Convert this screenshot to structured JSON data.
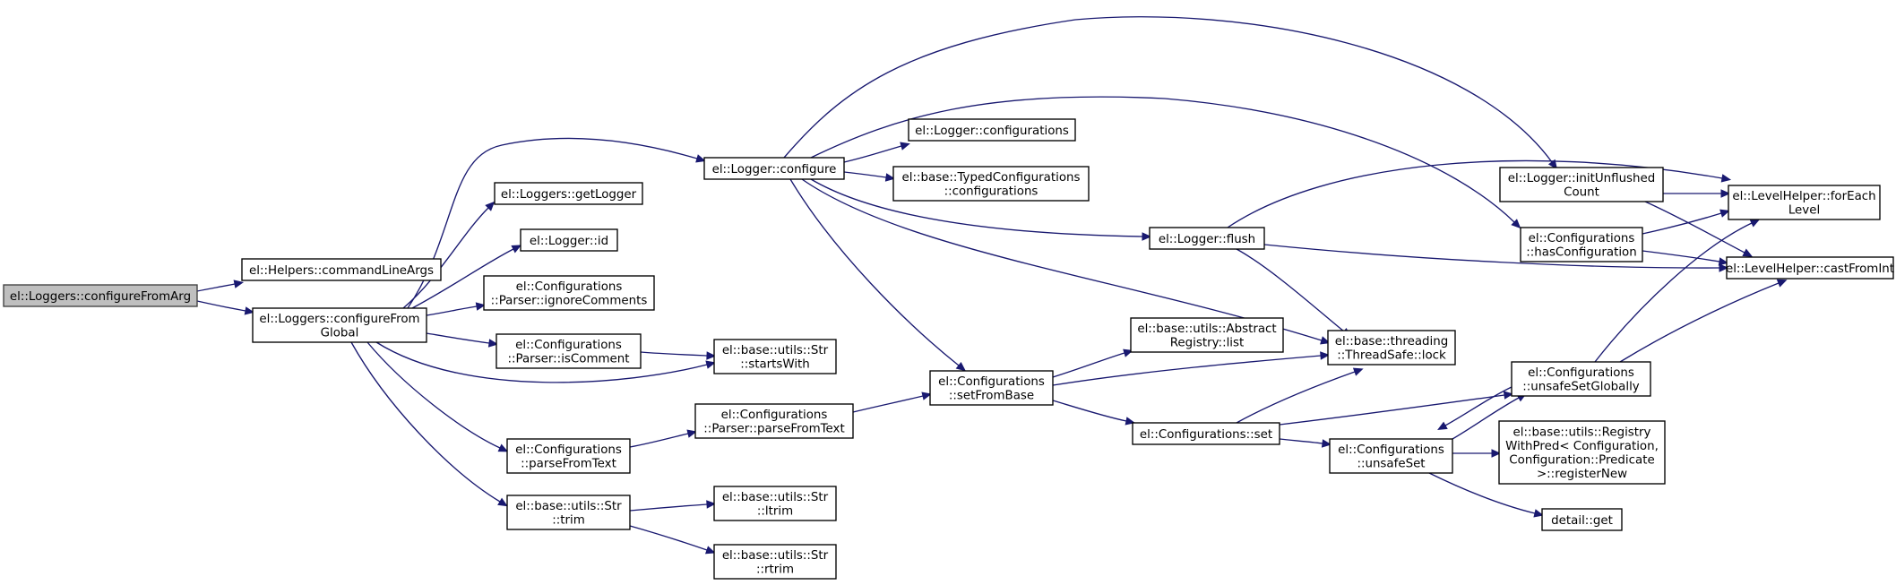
{
  "graph": {
    "nodes": [
      {
        "id": "n_root",
        "name": "node-loggers-configure-from-arg",
        "lines": [
          "el::Loggers::configureFromArg"
        ],
        "root": true
      },
      {
        "id": "n_cmdline",
        "name": "node-helpers-command-line-args",
        "lines": [
          "el::Helpers::commandLineArgs"
        ]
      },
      {
        "id": "n_cfg_global",
        "name": "node-loggers-configure-from-global",
        "lines": [
          "el::Loggers::configureFrom",
          "Global"
        ]
      },
      {
        "id": "n_get_logger",
        "name": "node-loggers-get-logger",
        "lines": [
          "el::Loggers::getLogger"
        ]
      },
      {
        "id": "n_logger_id",
        "name": "node-logger-id",
        "lines": [
          "el::Logger::id"
        ]
      },
      {
        "id": "n_ignore_comments",
        "name": "node-parser-ignore-comments",
        "lines": [
          "el::Configurations",
          "::Parser::ignoreComments"
        ]
      },
      {
        "id": "n_is_comment",
        "name": "node-parser-is-comment",
        "lines": [
          "el::Configurations",
          "::Parser::isComment"
        ]
      },
      {
        "id": "n_parse_from_text",
        "name": "node-configurations-parse-from-text",
        "lines": [
          "el::Configurations",
          "::parseFromText"
        ]
      },
      {
        "id": "n_trim",
        "name": "node-utils-str-trim",
        "lines": [
          "el::base::utils::Str",
          "::trim"
        ]
      },
      {
        "id": "n_logger_configure",
        "name": "node-logger-configure",
        "lines": [
          "el::Logger::configure"
        ]
      },
      {
        "id": "n_starts_with",
        "name": "node-utils-str-starts-with",
        "lines": [
          "el::base::utils::Str",
          "::startsWith"
        ]
      },
      {
        "id": "n_parser_parse",
        "name": "node-parser-parse-from-text",
        "lines": [
          "el::Configurations",
          "::Parser::parseFromText"
        ]
      },
      {
        "id": "n_ltrim",
        "name": "node-utils-str-ltrim",
        "lines": [
          "el::base::utils::Str",
          "::ltrim"
        ]
      },
      {
        "id": "n_rtrim",
        "name": "node-utils-str-rtrim",
        "lines": [
          "el::base::utils::Str",
          "::rtrim"
        ]
      },
      {
        "id": "n_logger_configs",
        "name": "node-logger-configurations",
        "lines": [
          "el::Logger::configurations"
        ]
      },
      {
        "id": "n_typed_configs",
        "name": "node-typed-configurations-configurations",
        "lines": [
          "el::base::TypedConfigurations",
          "::configurations"
        ]
      },
      {
        "id": "n_set_from_base",
        "name": "node-configurations-set-from-base",
        "lines": [
          "el::Configurations",
          "::setFromBase"
        ]
      },
      {
        "id": "n_registry_list",
        "name": "node-abstract-registry-list",
        "lines": [
          "el::base::utils::Abstract",
          "Registry::list"
        ]
      },
      {
        "id": "n_flush",
        "name": "node-logger-flush",
        "lines": [
          "el::Logger::flush"
        ]
      },
      {
        "id": "n_cfg_set",
        "name": "node-configurations-set",
        "lines": [
          "el::Configurations::set"
        ]
      },
      {
        "id": "n_lock",
        "name": "node-threadsafe-lock",
        "lines": [
          "el::base::threading",
          "::ThreadSafe::lock"
        ]
      },
      {
        "id": "n_init_unflushed",
        "name": "node-logger-init-unflushed-count",
        "lines": [
          "el::Logger::initUnflushed",
          "Count"
        ]
      },
      {
        "id": "n_has_config",
        "name": "node-configurations-has-configuration",
        "lines": [
          "el::Configurations",
          "::hasConfiguration"
        ]
      },
      {
        "id": "n_unsafe_set_globally",
        "name": "node-configurations-unsafe-set-globally",
        "lines": [
          "el::Configurations",
          "::unsafeSetGlobally"
        ]
      },
      {
        "id": "n_unsafe_set",
        "name": "node-configurations-unsafe-set",
        "lines": [
          "el::Configurations",
          "::unsafeSet"
        ]
      },
      {
        "id": "n_register_new",
        "name": "node-registry-register-new",
        "lines": [
          "el::base::utils::Registry",
          "WithPred< Configuration,",
          "Configuration::Predicate",
          ">::registerNew"
        ]
      },
      {
        "id": "n_detail_get",
        "name": "node-detail-get",
        "lines": [
          "detail::get"
        ]
      },
      {
        "id": "n_for_each_level",
        "name": "node-levelhelper-for-each-level",
        "lines": [
          "el::LevelHelper::forEach",
          "Level"
        ]
      },
      {
        "id": "n_cast_from_int",
        "name": "node-levelhelper-cast-from-int",
        "lines": [
          "el::LevelHelper::castFromInt"
        ]
      }
    ],
    "edges": [
      [
        "n_root",
        "n_cmdline"
      ],
      [
        "n_root",
        "n_cfg_global"
      ],
      [
        "n_cfg_global",
        "n_logger_configure"
      ],
      [
        "n_cfg_global",
        "n_get_logger"
      ],
      [
        "n_cfg_global",
        "n_logger_id"
      ],
      [
        "n_cfg_global",
        "n_ignore_comments"
      ],
      [
        "n_cfg_global",
        "n_is_comment"
      ],
      [
        "n_cfg_global",
        "n_starts_with"
      ],
      [
        "n_cfg_global",
        "n_parse_from_text"
      ],
      [
        "n_cfg_global",
        "n_trim"
      ],
      [
        "n_is_comment",
        "n_starts_with"
      ],
      [
        "n_parse_from_text",
        "n_parser_parse"
      ],
      [
        "n_parser_parse",
        "n_set_from_base"
      ],
      [
        "n_trim",
        "n_ltrim"
      ],
      [
        "n_trim",
        "n_rtrim"
      ],
      [
        "n_logger_configure",
        "n_logger_configs"
      ],
      [
        "n_logger_configure",
        "n_typed_configs"
      ],
      [
        "n_logger_configure",
        "n_set_from_base"
      ],
      [
        "n_logger_configure",
        "n_flush"
      ],
      [
        "n_logger_configure",
        "n_lock"
      ],
      [
        "n_logger_configure",
        "n_init_unflushed"
      ],
      [
        "n_logger_configure",
        "n_has_config"
      ],
      [
        "n_set_from_base",
        "n_registry_list"
      ],
      [
        "n_set_from_base",
        "n_lock"
      ],
      [
        "n_set_from_base",
        "n_cfg_set"
      ],
      [
        "n_flush",
        "n_lock"
      ],
      [
        "n_flush",
        "n_for_each_level"
      ],
      [
        "n_flush",
        "n_cast_from_int"
      ],
      [
        "n_cfg_set",
        "n_lock"
      ],
      [
        "n_cfg_set",
        "n_unsafe_set_globally"
      ],
      [
        "n_cfg_set",
        "n_unsafe_set"
      ],
      [
        "n_init_unflushed",
        "n_for_each_level"
      ],
      [
        "n_init_unflushed",
        "n_cast_from_int"
      ],
      [
        "n_has_config",
        "n_for_each_level"
      ],
      [
        "n_has_config",
        "n_cast_from_int"
      ],
      [
        "n_unsafe_set_globally",
        "n_for_each_level"
      ],
      [
        "n_unsafe_set_globally",
        "n_cast_from_int"
      ],
      [
        "n_unsafe_set_globally",
        "n_unsafe_set"
      ],
      [
        "n_unsafe_set",
        "n_unsafe_set_globally"
      ],
      [
        "n_unsafe_set",
        "n_register_new"
      ],
      [
        "n_unsafe_set",
        "n_detail_get"
      ]
    ]
  }
}
